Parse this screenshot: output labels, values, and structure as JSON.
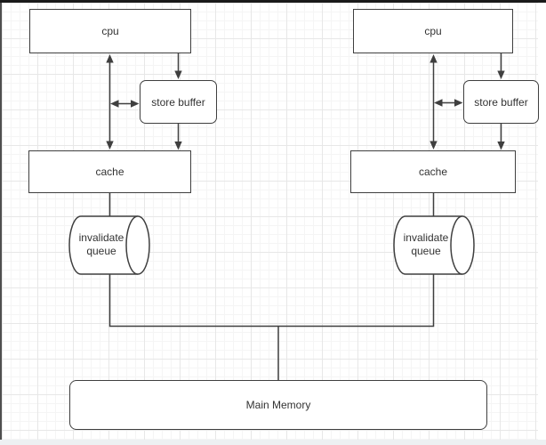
{
  "diagram": {
    "groups": [
      {
        "cpu_label": "cpu",
        "store_buffer_label": "store buffer",
        "cache_label": "cache",
        "queue_label_line1": "invalidate",
        "queue_label_line2": "queue"
      },
      {
        "cpu_label": "cpu",
        "store_buffer_label": "store buffer",
        "cache_label": "cache",
        "queue_label_line1": "invalidate",
        "queue_label_line2": "queue"
      }
    ],
    "main_memory_label": "Main Memory",
    "edges": [
      {
        "from": "cpu-left",
        "to": "cache-left",
        "style": "arrow-both"
      },
      {
        "from": "cpu-left",
        "to": "store-buffer-left",
        "style": "arrow-end"
      },
      {
        "from": "store-buffer-left",
        "to": "cpu-cache-line-left",
        "style": "arrow-both"
      },
      {
        "from": "store-buffer-left",
        "to": "cache-left",
        "style": "arrow-end"
      },
      {
        "from": "cache-left",
        "to": "main-memory",
        "style": "plain",
        "via": "invalidate-queue-left"
      },
      {
        "from": "cpu-right",
        "to": "cache-right",
        "style": "arrow-both"
      },
      {
        "from": "cpu-right",
        "to": "store-buffer-right",
        "style": "arrow-end"
      },
      {
        "from": "store-buffer-right",
        "to": "cpu-cache-line-right",
        "style": "arrow-both"
      },
      {
        "from": "store-buffer-right",
        "to": "cache-right",
        "style": "arrow-end"
      },
      {
        "from": "cache-right",
        "to": "main-memory",
        "style": "plain",
        "via": "invalidate-queue-right"
      }
    ],
    "colors": {
      "stroke": "#3f3f3f",
      "node_fill": "#ffffff",
      "text": "#333333",
      "canvas": "#ffffff",
      "grid_minor": "#f5f5f5",
      "grid_major": "#e7e7e7",
      "top_edge": "#1a1a1a",
      "left_edge": "#4f4f4f",
      "bottom_edge": "#edf0f2"
    }
  }
}
